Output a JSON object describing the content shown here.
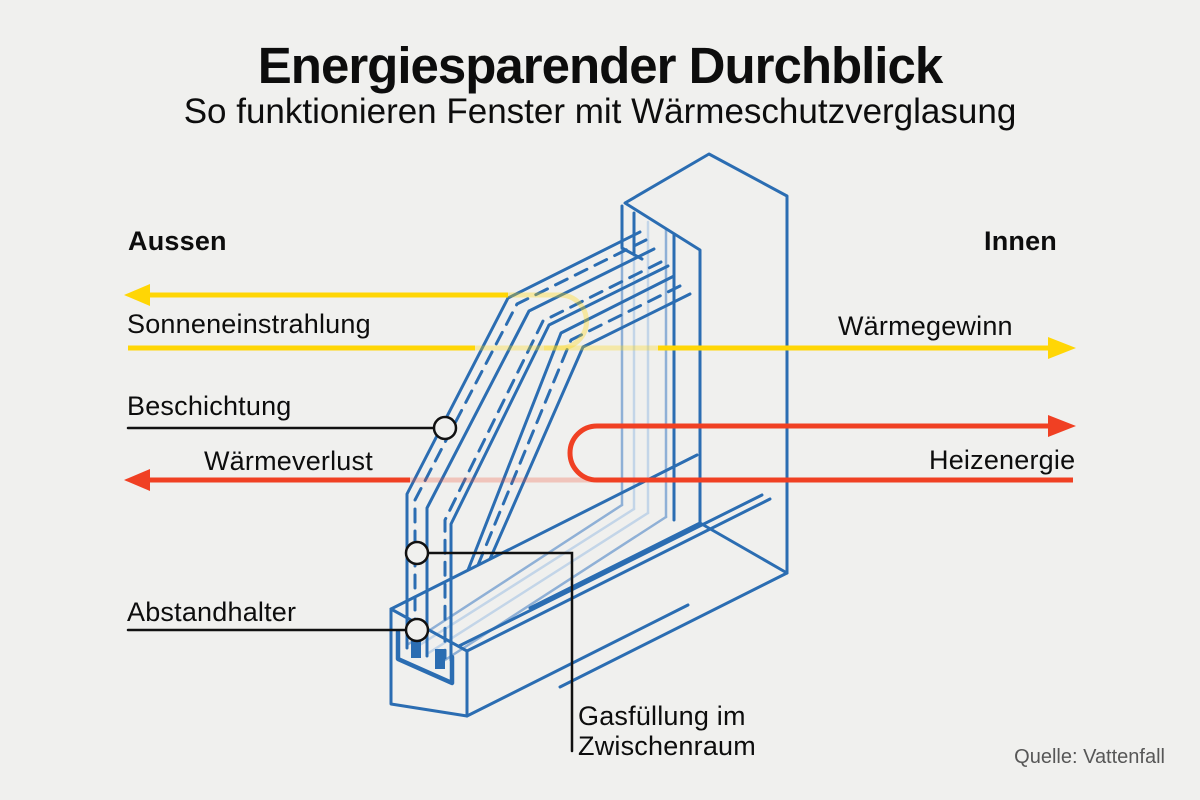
{
  "header": {
    "title": "Energiesparender Durchblick",
    "subtitle": "So funktionieren Fenster mit Wärmeschutzverglasung"
  },
  "sides": {
    "outside_label": "Aussen",
    "inside_label": "Innen"
  },
  "flows": {
    "solar_in_label": "Sonneneinstrahlung",
    "heat_gain_label": "Wärmegewinn",
    "heat_loss_label": "Wärmeverlust",
    "heating_energy_label": "Heizenergie"
  },
  "callouts": {
    "coating_label": "Beschichtung",
    "spacer_label": "Abstandhalter",
    "gas_fill_label": "Gasfüllung im\nZwischenraum"
  },
  "source": "Quelle: Vattenfall",
  "colors": {
    "background": "#f0f0ee",
    "frame_blue": "#2b6db2",
    "glass_light": "#8fb0d6",
    "glass_lighter": "#c3d5e8",
    "yellow": "#ffd605",
    "red": "#f04023",
    "leader_black": "#111111",
    "source_gray": "#575757"
  }
}
